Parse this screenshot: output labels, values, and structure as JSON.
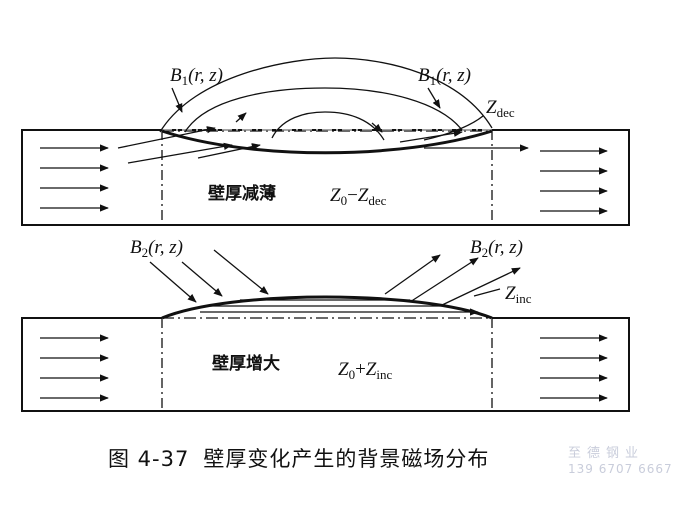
{
  "labels": {
    "b1": {
      "sym": "B",
      "sub": "1",
      "args": "(r, z)"
    },
    "b2": {
      "sym": "B",
      "sub": "2",
      "args": "(r, z)"
    },
    "zdec": {
      "sym": "Z",
      "sub": "dec"
    },
    "zinc": {
      "sym": "Z",
      "sub": "inc"
    }
  },
  "top_panel": {
    "text": "壁厚减薄",
    "expr": {
      "z0": "Z",
      "z0_sub": "0",
      "op": "−",
      "z": "Z",
      "z_sub": "dec"
    }
  },
  "bottom_panel": {
    "text": "壁厚增大",
    "expr": {
      "z0": "Z",
      "z0_sub": "0",
      "op": "+",
      "z": "Z",
      "z_sub": "inc"
    }
  },
  "caption": {
    "number": "图 4-37",
    "title": "壁厚变化产生的背景磁场分布"
  },
  "watermark": {
    "line1": "至德钢业",
    "line2": "139 6707 6667"
  },
  "colors": {
    "ink": "#111111",
    "watermark": "#c9cddb"
  }
}
